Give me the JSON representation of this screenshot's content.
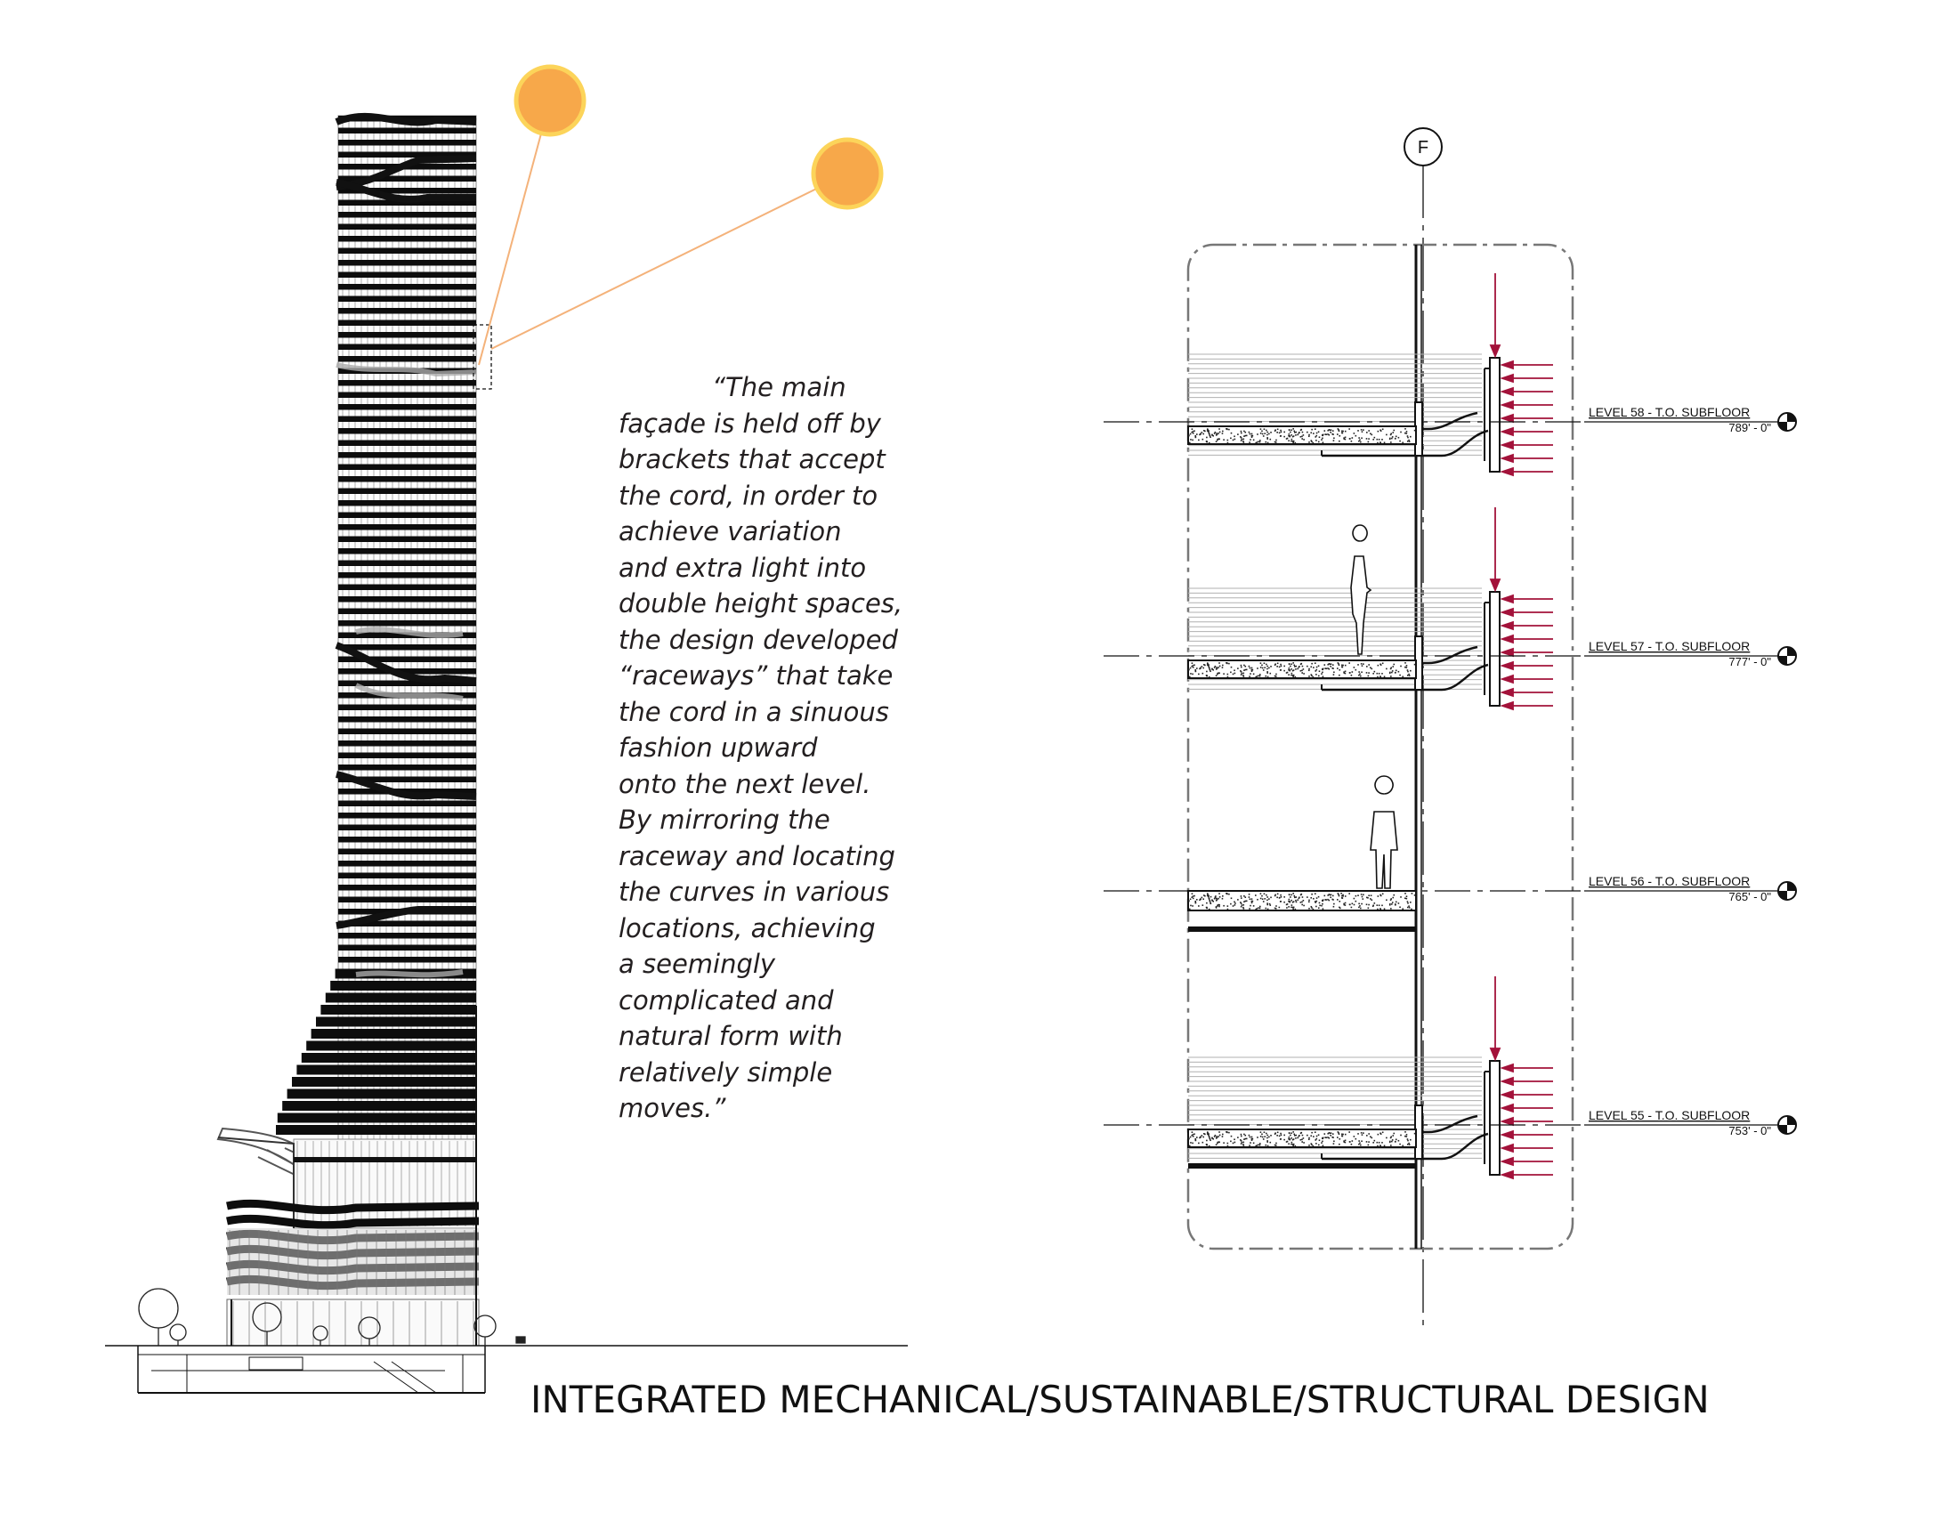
{
  "quote": {
    "lines": [
      "“The main",
      "façade is held off by",
      "brackets that accept",
      "the cord, in order to",
      "achieve variation",
      "and extra light into",
      "double height spaces,",
      "the design developed",
      "“raceways” that take",
      "the cord in a sinuous",
      "fashion upward",
      "onto the next level.",
      "By mirroring the",
      "raceway and locating",
      "the curves in various",
      "locations, achieving",
      "a seemingly",
      "complicated and",
      "natural form with",
      "relatively simple",
      "moves.”"
    ]
  },
  "title": "INTEGRATED MECHANICAL/SUSTAINABLE/STRUCTURAL DESIGN",
  "grid_label": "F",
  "levels": [
    {
      "name": "LEVEL 58 - T.O. SUBFLOOR",
      "elevation": "789' - 0\""
    },
    {
      "name": "LEVEL 57 - T.O. SUBFLOOR",
      "elevation": "777' - 0\""
    },
    {
      "name": "LEVEL 56 - T.O. SUBFLOOR",
      "elevation": "765' - 0\""
    },
    {
      "name": "LEVEL 55 - T.O. SUBFLOOR",
      "elevation": "753' - 0\""
    }
  ],
  "colors": {
    "sun_fill": "#f7a84a",
    "sun_ring": "#fcd45a",
    "sun_ray": "#f4b27a",
    "arrow": "#a3123a",
    "ink": "#111111"
  }
}
